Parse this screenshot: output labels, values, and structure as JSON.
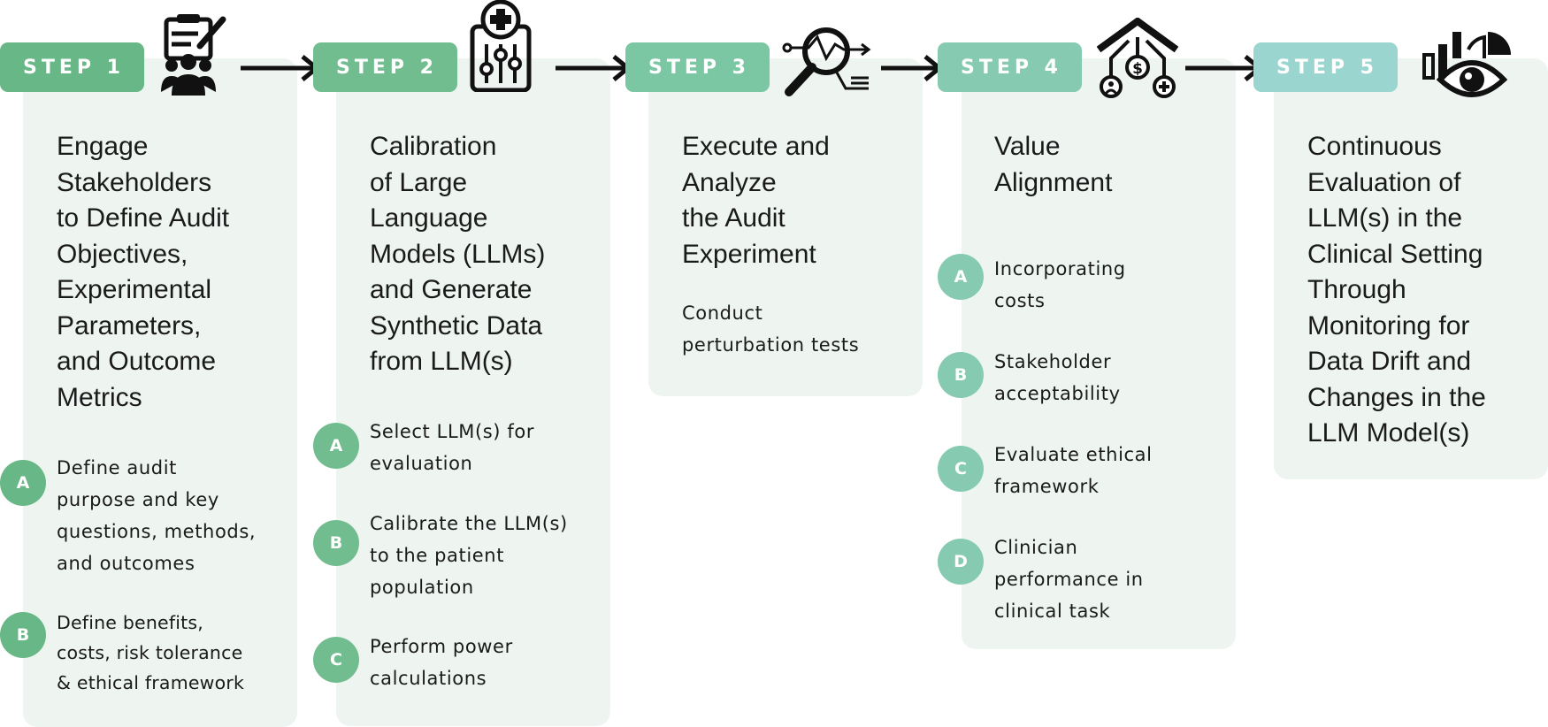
{
  "colors": {
    "step1": "#68b786",
    "step2": "#72bd8f",
    "step3": "#7bc7a4",
    "step4": "#86cbb1",
    "step5": "#9bd5cf",
    "card": "#eef5f1",
    "arrow": "#111111"
  },
  "steps": [
    {
      "label": "STEP 1",
      "icon": "stakeholders-clipboard-icon",
      "title": "Engage\nStakeholders\nto Define Audit\nObjectives,\nExperimental\nParameters,\nand Outcome\nMetrics",
      "items": [
        {
          "letter": "A",
          "text": "Define audit\npurpose and key\nquestions, methods,\nand outcomes"
        },
        {
          "letter": "B",
          "text": "Define benefits,\ncosts, risk tolerance\n& ethical framework"
        }
      ]
    },
    {
      "label": "STEP 2",
      "icon": "medical-calibration-sliders-icon",
      "title": "Calibration\nof Large\nLanguage\nModels (LLMs)\nand Generate\nSynthetic Data\nfrom LLM(s)",
      "items": [
        {
          "letter": "A",
          "text": "Select LLM(s) for\nevaluation"
        },
        {
          "letter": "B",
          "text": "Calibrate the LLM(s)\nto the patient\npopulation"
        },
        {
          "letter": "C",
          "text": "Perform power\ncalculations"
        }
      ]
    },
    {
      "label": "STEP 3",
      "icon": "magnifier-analysis-icon",
      "title": "Execute and\nAnalyze\nthe Audit\nExperiment",
      "note": "Conduct\nperturbation tests"
    },
    {
      "label": "STEP 4",
      "icon": "value-network-house-icon",
      "title": "Value\nAlignment",
      "items": [
        {
          "letter": "A",
          "text": "Incorporating\ncosts"
        },
        {
          "letter": "B",
          "text": "Stakeholder\nacceptability"
        },
        {
          "letter": "C",
          "text": "Evaluate ethical\nframework"
        },
        {
          "letter": "D",
          "text": "Clinician\nperformance in\nclinical task"
        }
      ]
    },
    {
      "label": "STEP 5",
      "icon": "eye-monitoring-chart-icon",
      "title": "Continuous\nEvaluation of\nLLM(s) in the\nClinical Setting\nThrough\nMonitoring for\nData Drift and\nChanges in the\nLLM Model(s)"
    }
  ]
}
